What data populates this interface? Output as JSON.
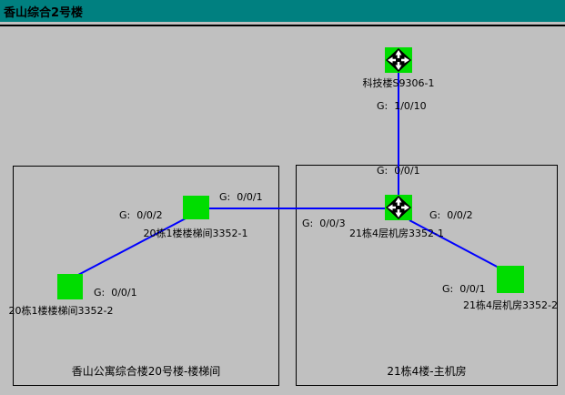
{
  "title": "香山综合2号楼",
  "colors": {
    "titlebar": "#008080",
    "background": "#c0c0c0",
    "link": "#0000ff",
    "node_green": "#00dd00"
  },
  "groups": {
    "left": {
      "label": "香山公寓综合楼20号楼-楼梯间"
    },
    "right": {
      "label": "21栋4楼-主机房"
    }
  },
  "nodes": {
    "tech": {
      "label": "科技楼S9306-1",
      "type": "router"
    },
    "core": {
      "label": "21栋4层机房3352-1",
      "type": "router"
    },
    "sw201": {
      "label": "20栋1楼楼梯间3352-1",
      "type": "switch"
    },
    "sw202": {
      "label": "20栋1楼楼梯间3352-2",
      "type": "switch"
    },
    "sw212": {
      "label": "21栋4层机房3352-2",
      "type": "switch"
    }
  },
  "ports": {
    "tech_down": "G:  1/0/10",
    "core_up": "G:  0/0/1",
    "core_left": "G:  0/0/3",
    "core_right": "G:  0/0/2",
    "sw201_right": "G:  0/0/1",
    "sw201_left": "G:  0/0/2",
    "sw202_right": "G:  0/0/1",
    "sw212_left": "G:  0/0/1"
  }
}
